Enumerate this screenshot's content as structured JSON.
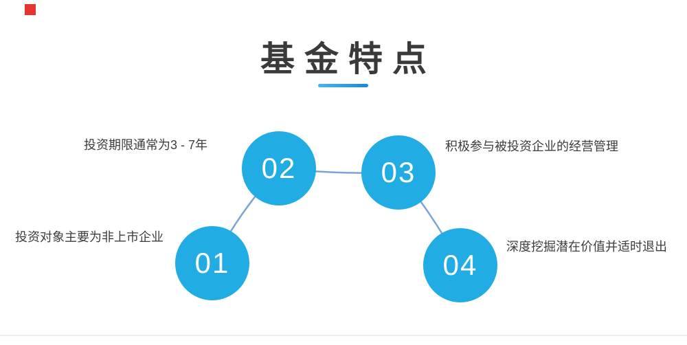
{
  "title": {
    "text": "基金特点"
  },
  "features": [
    {
      "number": "01",
      "label": "投资对象主要为非上市企业"
    },
    {
      "number": "02",
      "label": "投资期限通常为3 - 7年"
    },
    {
      "number": "03",
      "label": "积极参与被投资企业的经营管理"
    },
    {
      "number": "04",
      "label": "深度挖掘潜在价值并适时退出"
    }
  ],
  "colors": {
    "circle_fill": "#21ace4",
    "connector": "#7ba3d8",
    "title_text": "#3a3a3a",
    "label_text": "#3d3d3d",
    "underline_gradient_start": "#41b9ea",
    "underline_gradient_end": "#1787e0",
    "logo_red": "#e53530"
  }
}
